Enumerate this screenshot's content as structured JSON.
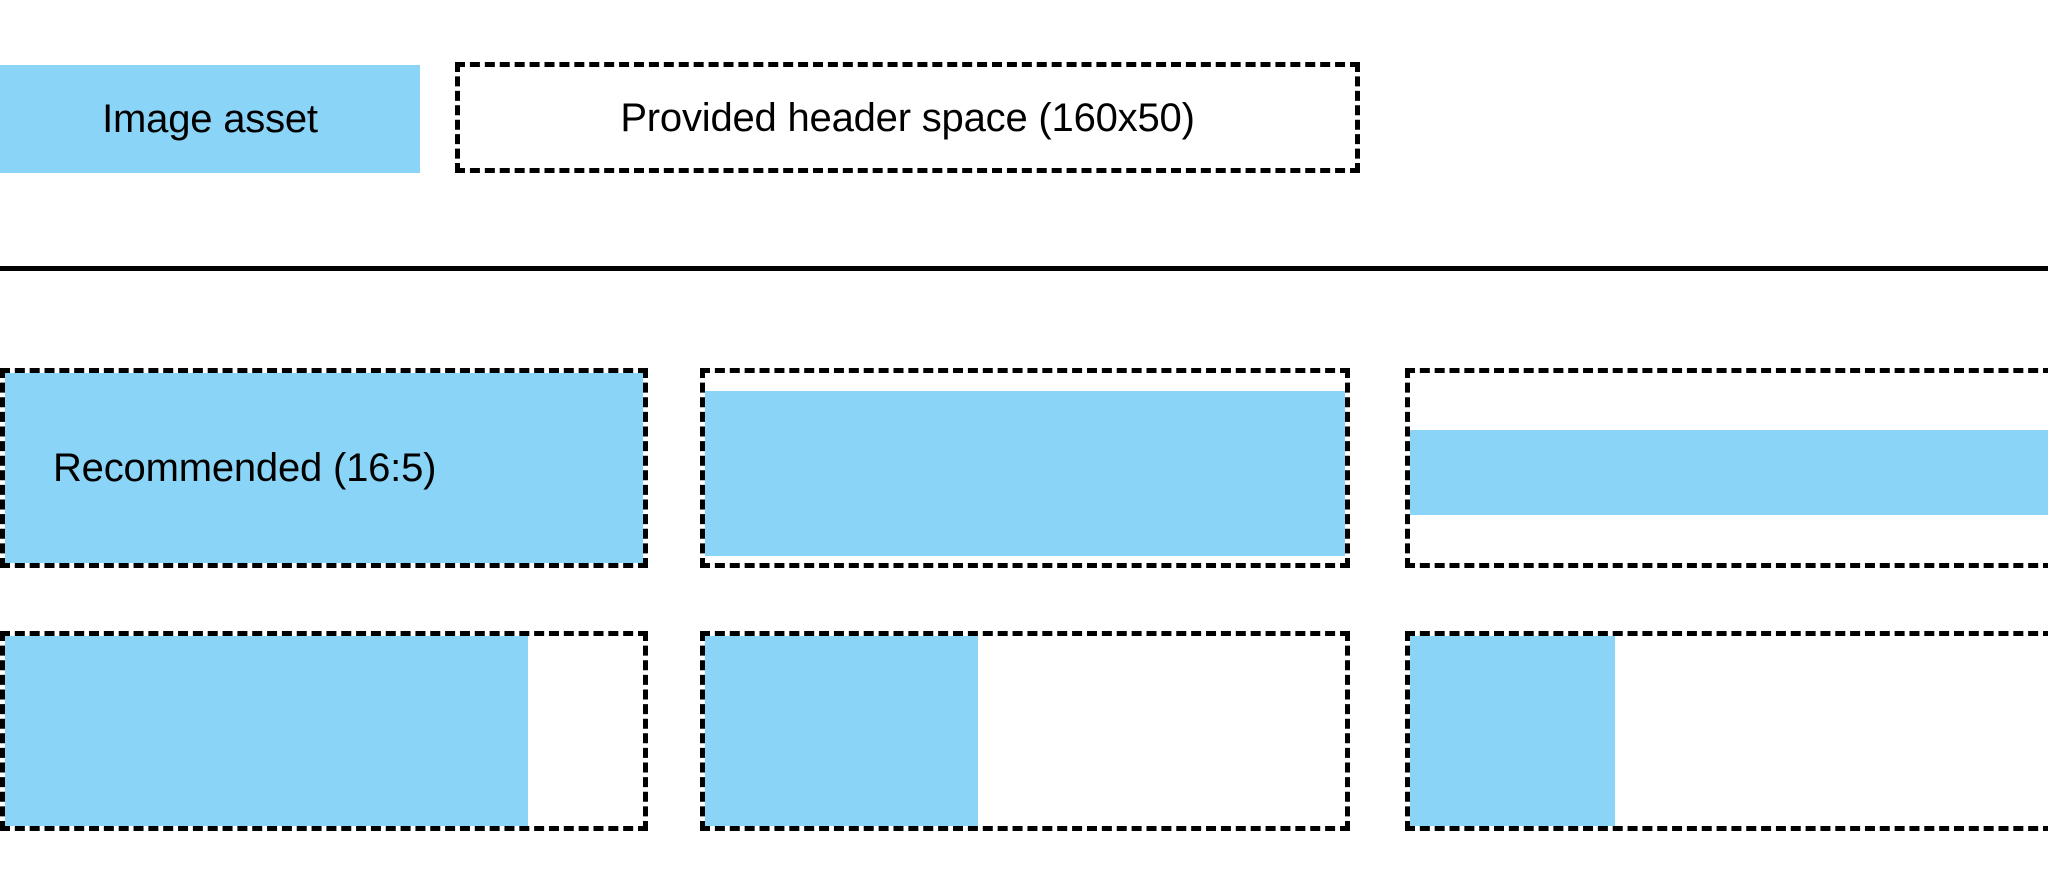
{
  "header": {
    "swatch_label": "Image asset",
    "slot_label": "Provided header space (160x50)",
    "swatch_color": "#8AD5F7",
    "slot_border_color": "#000000"
  },
  "divider": {
    "color": "#000000"
  },
  "grid": {
    "accent_color": "#8AD5F7",
    "outline_color": "#000000",
    "rows": [
      {
        "name": "aspect-ratio-row",
        "cells": [
          {
            "label": "Recommended (16:5)",
            "fill_mode": "full"
          },
          {
            "label": "",
            "fill_mode": "inset-vertical"
          },
          {
            "label": "",
            "fill_mode": "band"
          }
        ]
      },
      {
        "name": "width-fill-row",
        "cells": [
          {
            "label": "",
            "fill_mode": "width-81"
          },
          {
            "label": "",
            "fill_mode": "width-43"
          },
          {
            "label": "",
            "fill_mode": "width-32"
          }
        ]
      }
    ]
  }
}
